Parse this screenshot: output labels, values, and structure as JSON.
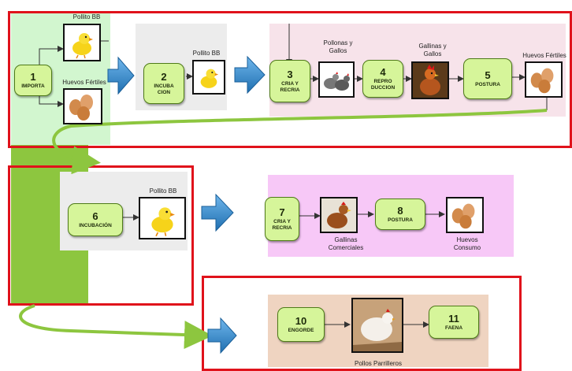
{
  "colors": {
    "frame": "#e0121b",
    "step_fill": "#d6f59a",
    "big_arrow": "#2e86c8",
    "green_bar": "#8dc63f",
    "pink_panel": "#f5c7f5",
    "peach_panel": "#efd4c1"
  },
  "steps": {
    "s1": {
      "num": "1",
      "label": "IMPORTA"
    },
    "s2": {
      "num": "2",
      "label": "INCUBA CION"
    },
    "s3": {
      "num": "3",
      "label": "CRIA Y RECRIA"
    },
    "s4": {
      "num": "4",
      "label": "REPRO DUCCION"
    },
    "s5": {
      "num": "5",
      "label": "POSTURA"
    },
    "s6": {
      "num": "6",
      "label": "INCUBACIÓN"
    },
    "s7": {
      "num": "7",
      "label": "CRIA Y RECRIA"
    },
    "s8": {
      "num": "8",
      "label": "POSTURA"
    },
    "s10": {
      "num": "10",
      "label": "ENGORDE"
    },
    "s11": {
      "num": "11",
      "label": "FAENA"
    }
  },
  "captions": {
    "pollito_top": "Pollito BB",
    "huevos_fertiles_left": "Huevos Fértiles",
    "pollito_2": "Pollito BB",
    "pollonas_gallos": "Pollonas y Gallos",
    "gallinas_gallos": "Gallinas y Gallos",
    "huevos_fertiles_right": "Huevos Fértiles",
    "pollito_6": "Pollito BB",
    "gallinas_comerciales": "Gallinas Comerciales",
    "huevos_consumo": "Huevos Consumo",
    "pollos_parrilleros": "Pollos Parrilleros"
  },
  "icons": [
    "chick-icon",
    "eggs-icon",
    "hens-icon",
    "rooster-icon",
    "hen-icon",
    "broiler-icon",
    "block-arrow-icon"
  ]
}
